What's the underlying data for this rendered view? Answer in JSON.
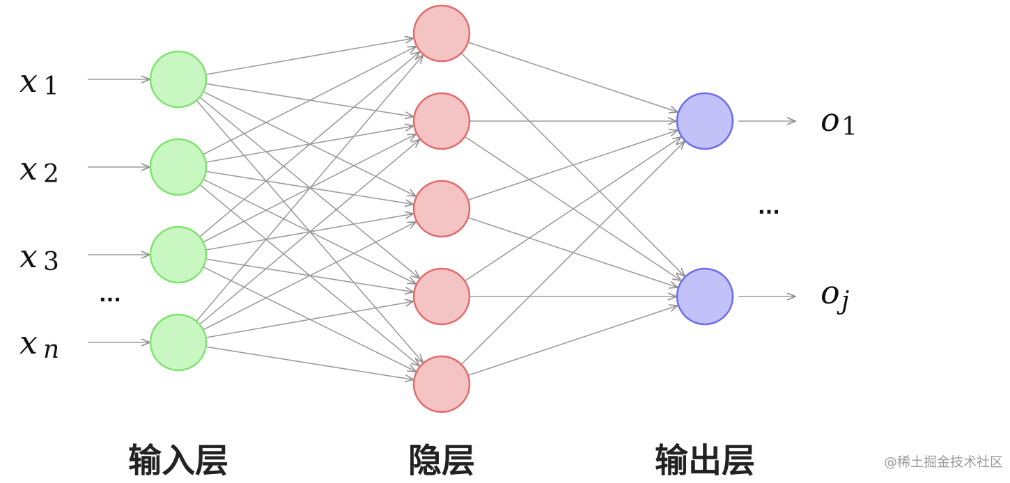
{
  "diagram": {
    "inputs": [
      {
        "var": "x",
        "sub": "1",
        "sub_italic": false
      },
      {
        "var": "x",
        "sub": "2",
        "sub_italic": false
      },
      {
        "var": "x",
        "sub": "3",
        "sub_italic": false
      },
      {
        "var": "x",
        "sub": "n",
        "sub_italic": true
      }
    ],
    "outputs": [
      {
        "var": "o",
        "sub": "1",
        "sub_italic": false
      },
      {
        "var": "o",
        "sub": "j",
        "sub_italic": true
      }
    ],
    "input_ellipsis": "...",
    "output_ellipsis": "...",
    "layers": {
      "input": {
        "label": "输入层",
        "node_count": 4,
        "fill": "#c8f7c2",
        "stroke": "#7fe36f"
      },
      "hidden": {
        "label": "隐层",
        "node_count": 5,
        "fill": "#f4c3c3",
        "stroke": "#e46a6a"
      },
      "output": {
        "label": "输出层",
        "node_count": 2,
        "fill": "#c2c2f8",
        "stroke": "#6b6bef"
      }
    },
    "edge_color": "#9b9b9b",
    "watermark": "@稀土掘金技术社区"
  }
}
